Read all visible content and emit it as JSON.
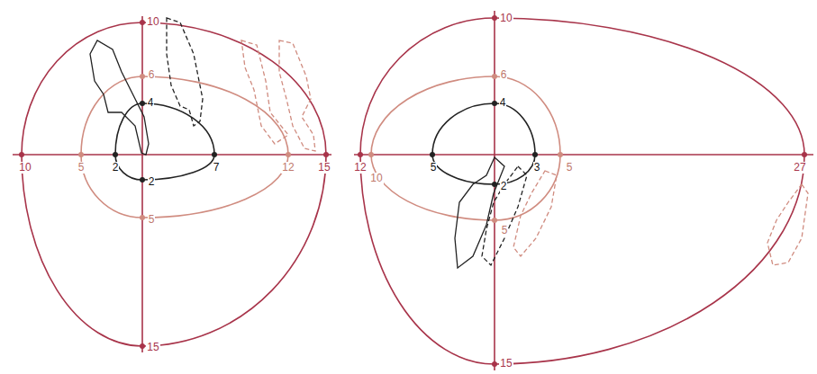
{
  "diagram": {
    "labels": [
      "10",
      "6",
      "4",
      "10",
      "5",
      "2",
      "7",
      "12",
      "15",
      "2",
      "5",
      "15",
      "10",
      "6",
      "4",
      "12",
      "10",
      "5",
      "3",
      "5",
      "2",
      "5",
      "15",
      "27"
    ]
  }
}
